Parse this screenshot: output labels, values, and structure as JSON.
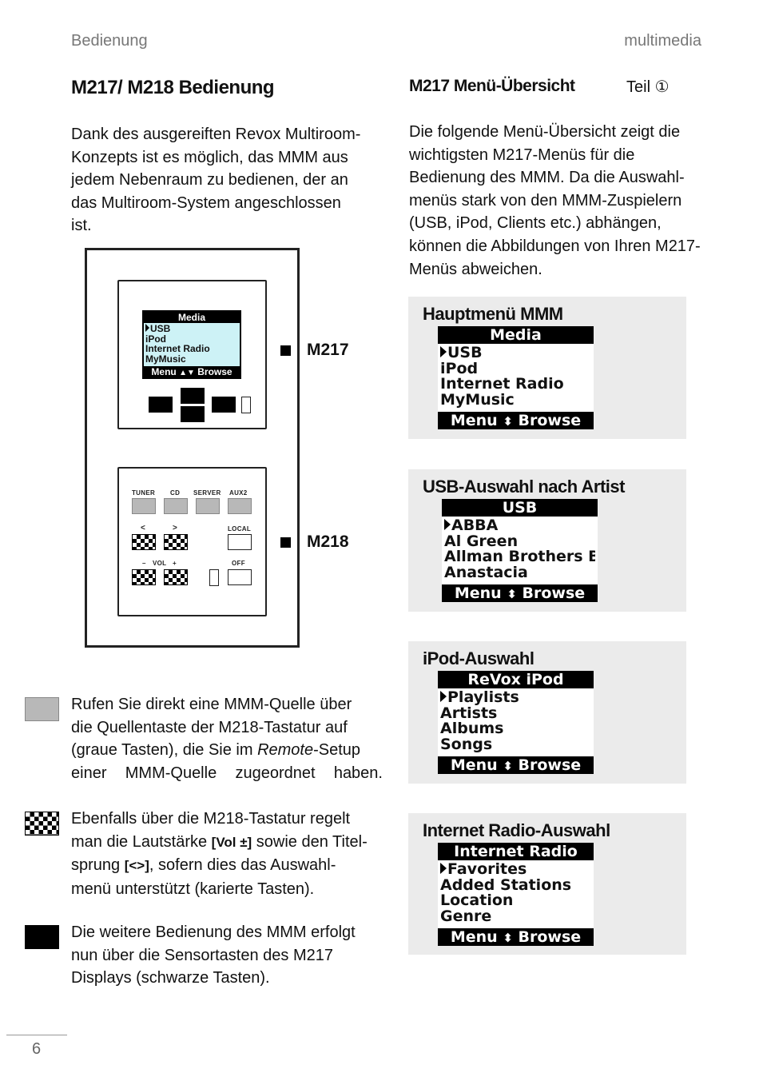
{
  "header": {
    "left": "Bedienung",
    "right": "multimedia"
  },
  "left": {
    "title": "M217/ M218 Bedienung",
    "intro": [
      "Dank des ausgereiften Revox Multiroom-",
      "Konzepts ist es möglich, das MMM aus",
      "jedem Nebenraum zu bedienen, der an",
      "das Multiroom-System angeschlossen",
      "ist."
    ],
    "labels": {
      "m217": "M217",
      "m218": "M218"
    },
    "lcd": {
      "title": "Media",
      "items": [
        "USB",
        "iPod",
        "Internet Radio",
        "MyMusic"
      ],
      "footer_menu": "Menu",
      "footer_browse": "Browse"
    },
    "keypad": {
      "source_keys": [
        "TUNER",
        "CD",
        "SERVER",
        "AUX2"
      ],
      "prev": "<",
      "next": ">",
      "local": "LOCAL",
      "vol_minus": "–",
      "vol": "VOL",
      "vol_plus": "+",
      "off": "OFF"
    },
    "explain": {
      "gray": {
        "pre": [
          "Rufen Sie direkt eine MMM-Quelle über",
          "die Quellentaste der M218-Tastatur auf",
          "(graue Tasten), die Sie im "
        ],
        "italic": "Remote",
        "post": "-Setup",
        "last": "einer MMM-Quelle zugeordnet haben."
      },
      "checker": {
        "l1": "Ebenfalls über die M218-Tastatur regelt",
        "l2a": "man die Lautstärke ",
        "vol": "[Vol ±]",
        "l2b": " sowie den Titel-",
        "l3a": "sprung ",
        "skip": "[<>]",
        "l3b": ", sofern dies das Auswahl-",
        "l4": "menü unterstützt (karierte Tasten)."
      },
      "black": [
        "Die weitere Bedienung des MMM erfolgt",
        "nun über die Sensortasten des M217",
        "Displays (schwarze Tasten)."
      ]
    }
  },
  "right": {
    "title": "M217 Menü-Übersicht",
    "part": "Teil ①",
    "intro": [
      "Die folgende Menü-Übersicht zeigt die",
      "wichtigsten M217-Menüs für die",
      "Bedienung des MMM. Da die Auswahl-",
      "menüs stark von den MMM-Zuspielern",
      "(USB, iPod, Clients etc.) abhängen,",
      "können die Abbildungen von Ihren M217-",
      "Menüs abweichen."
    ],
    "menus": [
      {
        "heading": "Hauptmenü MMM",
        "title": "Media",
        "items": [
          "USB",
          "iPod",
          "Internet Radio",
          "MyMusic"
        ],
        "menu": "Menu",
        "browse": "Browse"
      },
      {
        "heading": "USB-Auswahl nach Artist",
        "title": "USB",
        "items": [
          "ABBA",
          "Al Green",
          "Allman Brothers B...",
          "Anastacia"
        ],
        "menu": "Menu",
        "browse": "Browse"
      },
      {
        "heading": "iPod-Auswahl",
        "title": "ReVox iPod",
        "items": [
          "Playlists",
          "Artists",
          "Albums",
          "Songs"
        ],
        "menu": "Menu",
        "browse": "Browse"
      },
      {
        "heading": "Internet Radio-Auswahl",
        "title": "Internet Radio",
        "items": [
          "Favorites",
          "Added Stations",
          "Location",
          "Genre"
        ],
        "menu": "Menu",
        "browse": "Browse"
      }
    ]
  },
  "footer": {
    "page": "6"
  }
}
